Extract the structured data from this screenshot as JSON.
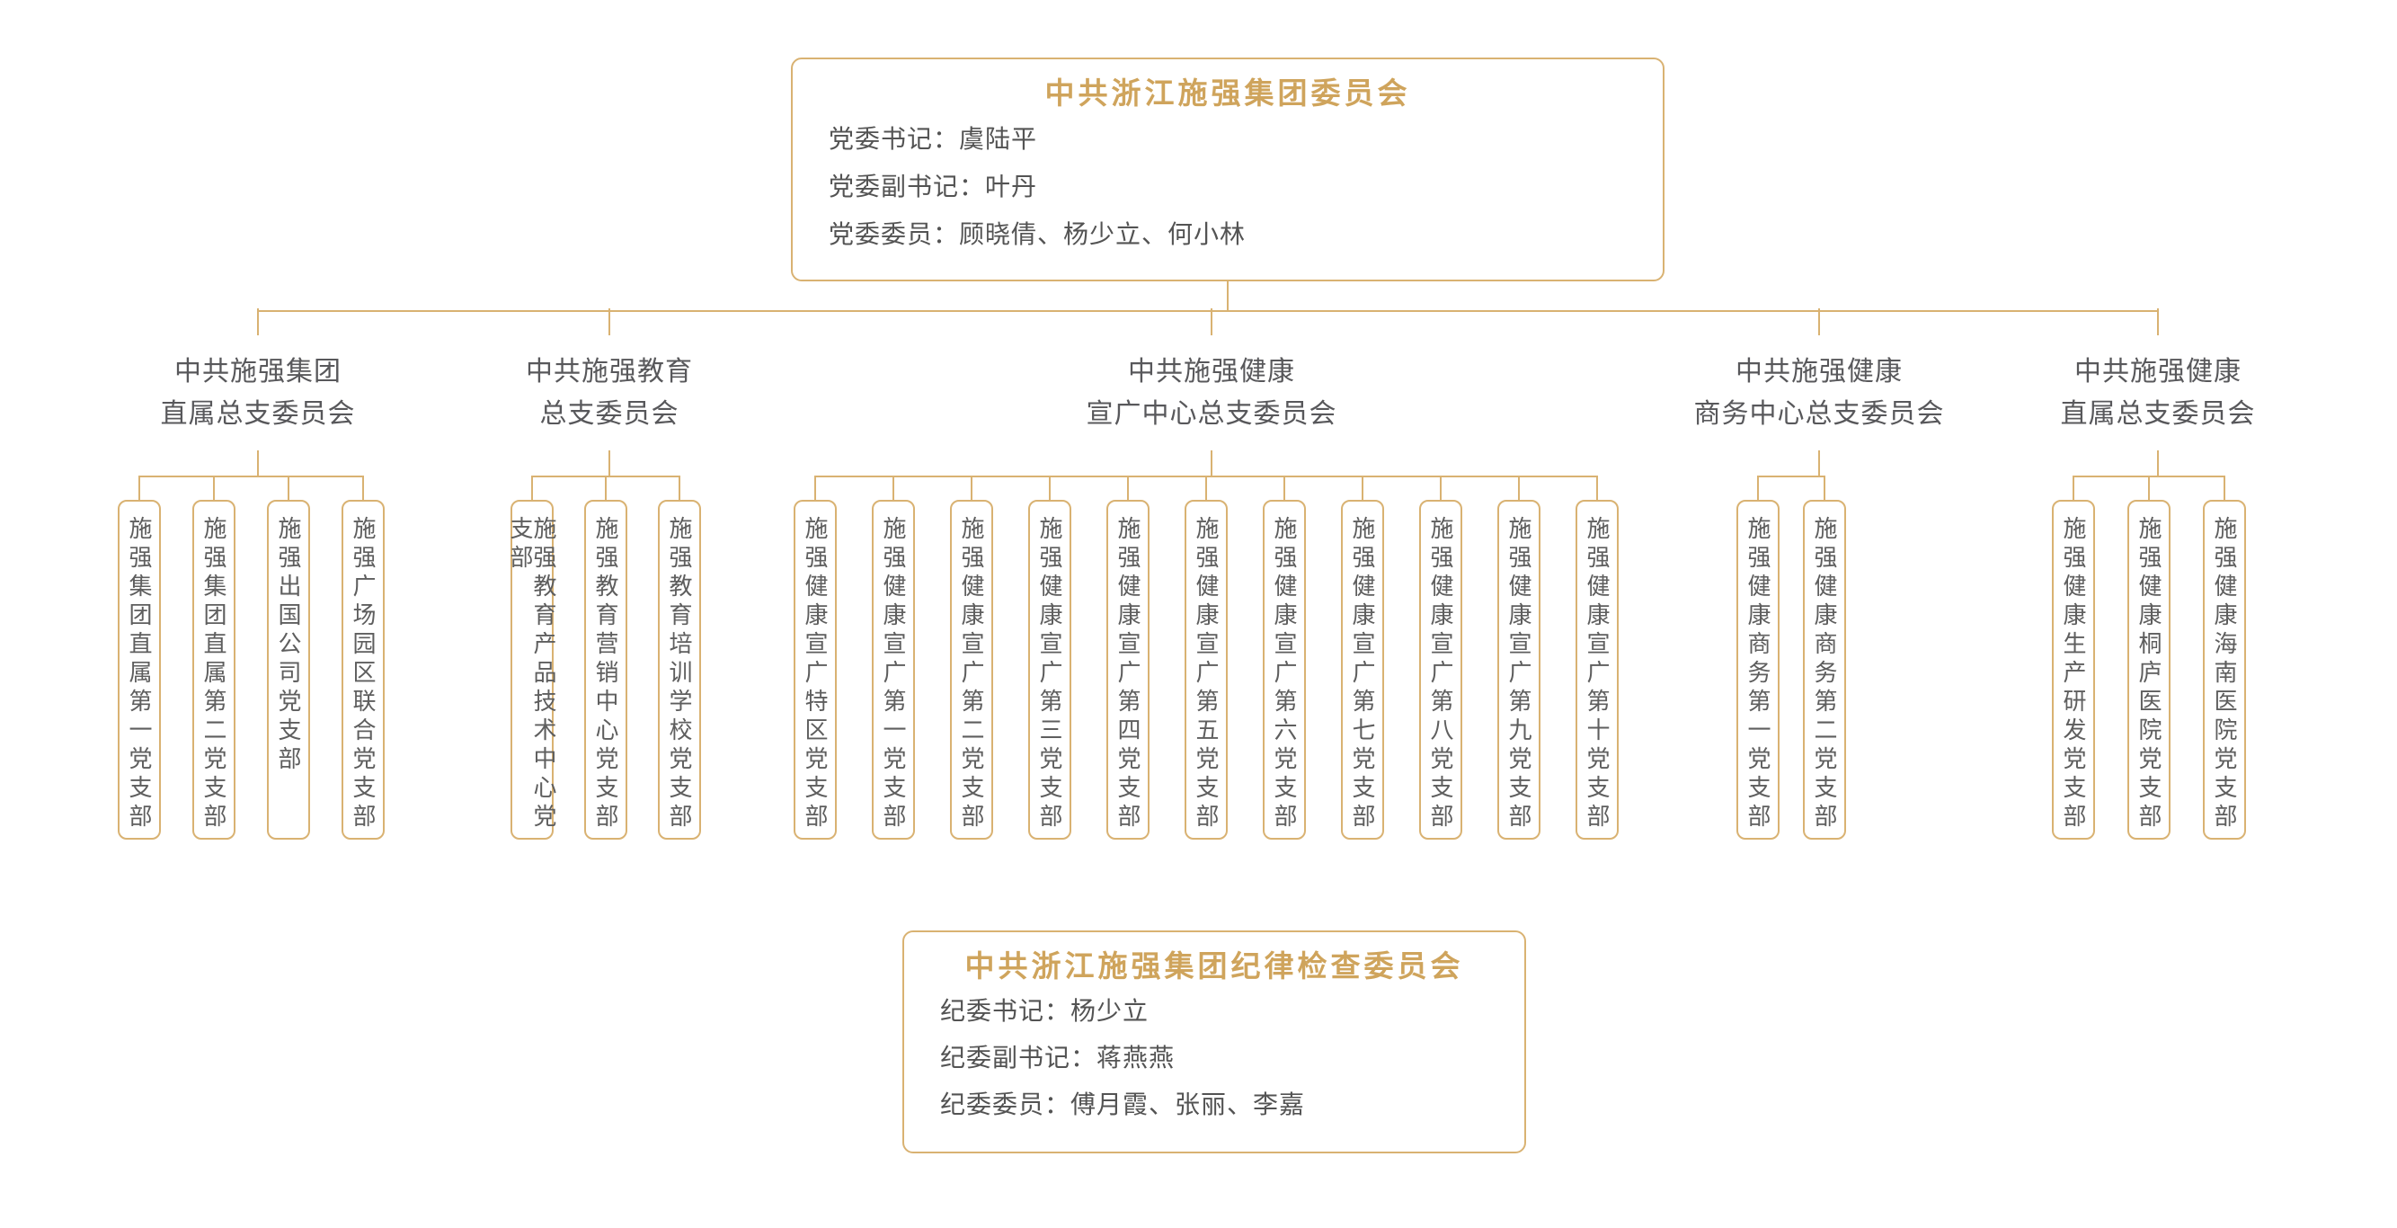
{
  "palette": {
    "box_border_gold": "#D9B272",
    "connector_gold": "#D9B272",
    "heading_gold": "#CFA45C",
    "body_text": "#535353",
    "node_text": "#5E5E5E",
    "background": "#FFFFFF"
  },
  "committee": {
    "title": "中共浙江施强集团委员会",
    "rows": [
      "党委书记：虞陆平",
      "党委副书记：叶丹",
      "党委委员：顾晓倩、杨少立、何小林"
    ]
  },
  "discipline": {
    "title": "中共浙江施强集团纪律检查委员会",
    "rows": [
      "纪委书记：杨少立",
      "纪委副书记：蒋燕燕",
      "纪委委员：傅月霞、张丽、李嘉"
    ]
  },
  "branches": [
    {
      "name_lines": [
        "中共施强集团",
        "直属总支委员会"
      ],
      "children": [
        "施强集团直属第一党支部",
        "施强集团直属第二党支部",
        "施强出国公司党支部",
        "施强广场园区联合党支部"
      ]
    },
    {
      "name_lines": [
        "中共施强教育",
        "总支委员会"
      ],
      "children": [
        "施强教育产品技术中心党支部",
        "施强教育营销中心党支部",
        "施强教育培训学校党支部"
      ]
    },
    {
      "name_lines": [
        "中共施强健康",
        "宣广中心总支委员会"
      ],
      "children": [
        "施强健康宣广特区党支部",
        "施强健康宣广第一党支部",
        "施强健康宣广第二党支部",
        "施强健康宣广第三党支部",
        "施强健康宣广第四党支部",
        "施强健康宣广第五党支部",
        "施强健康宣广第六党支部",
        "施强健康宣广第七党支部",
        "施强健康宣广第八党支部",
        "施强健康宣广第九党支部",
        "施强健康宣广第十党支部"
      ]
    },
    {
      "name_lines": [
        "中共施强健康",
        "商务中心总支委员会"
      ],
      "children": [
        "施强健康商务第一党支部",
        "施强健康商务第二党支部"
      ]
    },
    {
      "name_lines": [
        "中共施强健康",
        "直属总支委员会"
      ],
      "children": [
        "施强健康生产研发党支部",
        "施强健康桐庐医院党支部",
        "施强健康海南医院党支部"
      ]
    }
  ]
}
